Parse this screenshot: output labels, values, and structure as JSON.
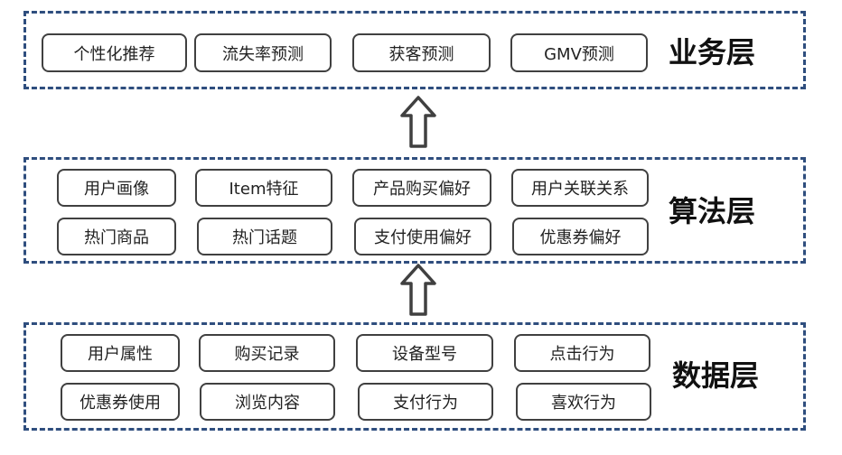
{
  "colors": {
    "layer_border": "#2f4e7e",
    "box_border": "#404040",
    "arrow": "#404040"
  },
  "business_layer": {
    "title": "业务层",
    "items": [
      "个性化推荐",
      "流失率预测",
      "获客预测",
      "GMV预测"
    ]
  },
  "algorithm_layer": {
    "title": "算法层",
    "items": [
      "用户画像",
      "Item特征",
      "产品购买偏好",
      "用户关联关系",
      "热门商品",
      "热门话题",
      "支付使用偏好",
      "优惠券偏好"
    ]
  },
  "data_layer": {
    "title": "数据层",
    "items": [
      "用户属性",
      "购买记录",
      "设备型号",
      "点击行为",
      "优惠券使用",
      "浏览内容",
      "支付行为",
      "喜欢行为"
    ]
  }
}
